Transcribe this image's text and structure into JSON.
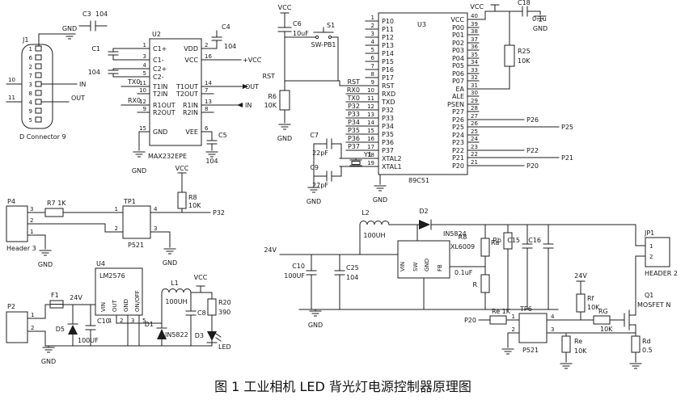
{
  "title": "图 1 工业相机 LED 背光灯电源控制器原理图",
  "labels": {
    "j1": [
      [
        86,
        38,
        "GND",
        "middle"
      ],
      [
        28,
        52,
        "J1"
      ],
      [
        40,
        63,
        "1",
        "end",
        7
      ],
      [
        40,
        74,
        "6",
        "end",
        7
      ],
      [
        40,
        85,
        "2",
        "end",
        7
      ],
      [
        40,
        96,
        "7",
        "end",
        7
      ],
      [
        40,
        107,
        "3",
        "end",
        7
      ],
      [
        40,
        118,
        "8",
        "end",
        7
      ],
      [
        40,
        129,
        "4",
        "end",
        7
      ],
      [
        40,
        140,
        "9",
        "end",
        7
      ],
      [
        40,
        151,
        "5",
        "end",
        7
      ],
      [
        10,
        101,
        "10",
        null,
        7
      ],
      [
        10,
        123,
        "11",
        null,
        7
      ],
      [
        98,
        107,
        "IN"
      ],
      [
        88,
        124,
        "OUT"
      ],
      [
        24,
        172,
        "D Connector 9"
      ]
    ],
    "max232": [
      [
        188,
        45,
        "U2"
      ],
      [
        102,
        20,
        "C3"
      ],
      [
        118,
        20,
        "104"
      ],
      [
        124,
        63,
        "C1",
        "end"
      ],
      [
        124,
        92,
        "104",
        "end"
      ],
      [
        189,
        63,
        "C1+"
      ],
      [
        189,
        77,
        "C1-"
      ],
      [
        189,
        88,
        "C2+"
      ],
      [
        189,
        98,
        "C2-"
      ],
      [
        189,
        110,
        "T1IN"
      ],
      [
        189,
        119,
        "T2IN"
      ],
      [
        189,
        133,
        "R1OUT"
      ],
      [
        189,
        142,
        "R2OUT"
      ],
      [
        189,
        166,
        "GND"
      ],
      [
        181,
        58,
        "1",
        "end",
        7
      ],
      [
        181,
        72,
        "3",
        "end",
        7
      ],
      [
        181,
        83,
        "4",
        "end",
        7
      ],
      [
        181,
        93,
        "5",
        "end",
        7
      ],
      [
        181,
        105,
        "11",
        "end",
        7
      ],
      [
        181,
        114,
        "10",
        "end",
        7
      ],
      [
        181,
        128,
        "12",
        "end",
        7
      ],
      [
        181,
        137,
        "9",
        "end",
        7
      ],
      [
        181,
        161,
        "15",
        "end",
        7
      ],
      [
        245,
        63,
        "VDD",
        "end"
      ],
      [
        245,
        77,
        "VCC",
        "end"
      ],
      [
        245,
        110,
        "T1OUT",
        "end"
      ],
      [
        245,
        119,
        "T2OUT",
        "end"
      ],
      [
        245,
        133,
        "R1IN",
        "end"
      ],
      [
        245,
        142,
        "R2IN",
        "end"
      ],
      [
        245,
        166,
        "VEE",
        "end"
      ],
      [
        253,
        58,
        "2",
        null,
        7
      ],
      [
        253,
        72,
        "16",
        null,
        7
      ],
      [
        253,
        105,
        "14",
        null,
        7
      ],
      [
        253,
        114,
        "7",
        null,
        7
      ],
      [
        253,
        128,
        "13",
        null,
        7
      ],
      [
        253,
        137,
        "8",
        null,
        7
      ],
      [
        253,
        161,
        "6",
        null,
        7
      ],
      [
        158,
        104,
        "TX0"
      ],
      [
        158,
        127,
        "RX0"
      ],
      [
        274,
        36,
        "C4"
      ],
      [
        277,
        60,
        "104"
      ],
      [
        300,
        77,
        "+VCC"
      ],
      [
        270,
        170,
        "C5"
      ],
      [
        262,
        202,
        "104",
        "middle"
      ],
      [
        183,
        196,
        "MAX232EPE"
      ],
      [
        172,
        214,
        "GND",
        "middle"
      ],
      [
        303,
        110,
        "OUT"
      ],
      [
        303,
        133,
        "IN"
      ]
    ],
    "reset": [
      [
        352,
        12,
        "VCC",
        "middle"
      ],
      [
        362,
        32,
        "C6"
      ],
      [
        362,
        44,
        "10uF"
      ],
      [
        404,
        34,
        "S1"
      ],
      [
        400,
        58,
        "SW-PB1",
        "middle"
      ],
      [
        340,
        97,
        "RST",
        "end"
      ],
      [
        342,
        122,
        "R6",
        "end"
      ],
      [
        342,
        133,
        "10K",
        "end"
      ],
      [
        352,
        174,
        "GND",
        "middle"
      ]
    ],
    "mcu": [
      [
        516,
        33,
        "U3"
      ],
      [
        472,
        29,
        "P10"
      ],
      [
        472,
        39,
        "P11"
      ],
      [
        472,
        49,
        "P12"
      ],
      [
        472,
        59,
        "P13"
      ],
      [
        472,
        69,
        "P14"
      ],
      [
        472,
        79,
        "P15"
      ],
      [
        472,
        89,
        "P16"
      ],
      [
        472,
        99,
        "P17"
      ],
      [
        472,
        109,
        "RST"
      ],
      [
        472,
        119,
        "RXD"
      ],
      [
        472,
        129,
        "TXD"
      ],
      [
        472,
        139,
        "P32"
      ],
      [
        472,
        149,
        "P33"
      ],
      [
        472,
        159,
        "P34"
      ],
      [
        472,
        169,
        "P35"
      ],
      [
        472,
        179,
        "P36"
      ],
      [
        472,
        189,
        "P37"
      ],
      [
        472,
        199,
        "XTAL2"
      ],
      [
        472,
        209,
        "XTAL1"
      ],
      [
        463,
        24,
        "1",
        "end",
        7
      ],
      [
        463,
        34,
        "2",
        "end",
        7
      ],
      [
        463,
        44,
        "3",
        "end",
        7
      ],
      [
        463,
        54,
        "4",
        "end",
        7
      ],
      [
        463,
        64,
        "5",
        "end",
        7
      ],
      [
        463,
        74,
        "6",
        "end",
        7
      ],
      [
        463,
        84,
        "7",
        "end",
        7
      ],
      [
        463,
        94,
        "8",
        "end",
        7
      ],
      [
        463,
        104,
        "9",
        "end",
        7
      ],
      [
        463,
        114,
        "10",
        "end",
        7
      ],
      [
        463,
        124,
        "11",
        "end",
        7
      ],
      [
        463,
        134,
        "12",
        "end",
        7
      ],
      [
        463,
        144,
        "13",
        "end",
        7
      ],
      [
        463,
        154,
        "14",
        "end",
        7
      ],
      [
        463,
        164,
        "15",
        "end",
        7
      ],
      [
        463,
        174,
        "16",
        "end",
        7
      ],
      [
        463,
        184,
        "17",
        "end",
        7
      ],
      [
        463,
        194,
        "18",
        "end",
        7
      ],
      [
        463,
        204,
        "19",
        "end",
        7
      ],
      [
        445,
        104,
        "RST",
        "end"
      ],
      [
        445,
        114,
        "RX0",
        "end"
      ],
      [
        445,
        124,
        "TX0",
        "end"
      ],
      [
        445,
        134,
        "P32",
        "end"
      ],
      [
        445,
        144,
        "P33",
        "end"
      ],
      [
        445,
        154,
        "P34",
        "end"
      ],
      [
        445,
        164,
        "P35",
        "end"
      ],
      [
        445,
        174,
        "P36",
        "end"
      ],
      [
        445,
        184,
        "P37",
        "end"
      ],
      [
        574,
        27,
        "VCC",
        "end"
      ],
      [
        574,
        37,
        "P00",
        "end"
      ],
      [
        574,
        46,
        "P01",
        "end"
      ],
      [
        574,
        56,
        "P02",
        "end"
      ],
      [
        574,
        65,
        "P03",
        "end"
      ],
      [
        574,
        75,
        "P04",
        "end"
      ],
      [
        574,
        84,
        "P05",
        "end"
      ],
      [
        574,
        94,
        "P06",
        "end"
      ],
      [
        574,
        103,
        "P07",
        "end"
      ],
      [
        574,
        113,
        "EA",
        "end"
      ],
      [
        574,
        122,
        "ALE",
        "end"
      ],
      [
        574,
        132,
        "PSEN",
        "end"
      ],
      [
        574,
        141,
        "P27",
        "end"
      ],
      [
        574,
        151,
        "P26",
        "end"
      ],
      [
        574,
        160,
        "P25",
        "end"
      ],
      [
        574,
        170,
        "P24",
        "end"
      ],
      [
        574,
        179,
        "P23",
        "end"
      ],
      [
        574,
        189,
        "P22",
        "end"
      ],
      [
        574,
        198,
        "P21",
        "end"
      ],
      [
        574,
        208,
        "P20",
        "end"
      ],
      [
        582,
        22,
        "40",
        null,
        7
      ],
      [
        582,
        32,
        "39",
        null,
        7
      ],
      [
        582,
        41,
        "38",
        null,
        7
      ],
      [
        582,
        51,
        "37",
        null,
        7
      ],
      [
        582,
        60,
        "36",
        null,
        7
      ],
      [
        582,
        70,
        "35",
        null,
        7
      ],
      [
        582,
        79,
        "34",
        null,
        7
      ],
      [
        582,
        89,
        "33",
        null,
        7
      ],
      [
        582,
        98,
        "32",
        null,
        7
      ],
      [
        582,
        108,
        "31",
        null,
        7
      ],
      [
        582,
        117,
        "30",
        null,
        7
      ],
      [
        582,
        127,
        "29",
        null,
        7
      ],
      [
        582,
        136,
        "28",
        null,
        7
      ],
      [
        582,
        146,
        "27",
        null,
        7
      ],
      [
        582,
        155,
        "26",
        null,
        7
      ],
      [
        582,
        165,
        "25",
        null,
        7
      ],
      [
        582,
        174,
        "24",
        null,
        7
      ],
      [
        582,
        184,
        "23",
        null,
        7
      ],
      [
        582,
        193,
        "22",
        null,
        7
      ],
      [
        582,
        203,
        "21",
        null,
        7
      ],
      [
        505,
        226,
        "89C51"
      ],
      [
        470,
        250,
        "GND",
        "middle"
      ],
      [
        651,
        151,
        "P26"
      ],
      [
        694,
        160,
        "P25"
      ],
      [
        651,
        189,
        "P22"
      ],
      [
        694,
        198,
        "P21"
      ],
      [
        651,
        208,
        "P20"
      ],
      [
        598,
        11,
        "VCC",
        "end"
      ],
      [
        640,
        6,
        "C18"
      ],
      [
        658,
        26,
        "0.1u"
      ],
      [
        668,
        38,
        "GND",
        "middle"
      ],
      [
        640,
        66,
        "R25"
      ],
      [
        640,
        78,
        "10K"
      ]
    ],
    "crystal": [
      [
        394,
        170,
        "C7",
        "end"
      ],
      [
        396,
        192,
        "22pF",
        "middle"
      ],
      [
        450,
        194,
        "Y1"
      ],
      [
        394,
        210,
        "C9",
        "end"
      ],
      [
        396,
        232,
        "27pF",
        "middle"
      ],
      [
        388,
        252,
        "GND",
        "middle"
      ]
    ],
    "tp1": [
      [
        9,
        252,
        "P4"
      ],
      [
        8,
        310,
        "Header 3"
      ],
      [
        37,
        261,
        "3",
        null,
        7
      ],
      [
        37,
        275,
        "2",
        null,
        7
      ],
      [
        37,
        289,
        "1",
        null,
        7
      ],
      [
        58,
        254,
        "R7 1K"
      ],
      [
        56,
        330,
        "GND",
        "middle"
      ],
      [
        153,
        252,
        "TP1"
      ],
      [
        158,
        306,
        "P521"
      ],
      [
        146,
        261,
        "1",
        "end",
        7
      ],
      [
        146,
        285,
        "2",
        "end",
        7
      ],
      [
        190,
        261,
        "4",
        null,
        7
      ],
      [
        190,
        285,
        "3",
        null,
        7
      ],
      [
        225,
        211,
        "VCC",
        "middle"
      ],
      [
        233,
        247,
        "R8"
      ],
      [
        233,
        257,
        "10K"
      ],
      [
        263,
        266,
        "P32"
      ],
      [
        210,
        328,
        "GND",
        "middle"
      ]
    ],
    "buck": [
      [
        9,
        382,
        "P2"
      ],
      [
        38,
        392,
        "1",
        null,
        7
      ],
      [
        38,
        408,
        "2",
        null,
        7
      ],
      [
        63,
        368,
        "F1"
      ],
      [
        94,
        371,
        "24V",
        "middle"
      ],
      [
        80,
        410,
        "D5",
        "end"
      ],
      [
        120,
        400,
        "C10"
      ],
      [
        96,
        424,
        "100UF"
      ],
      [
        119,
        329,
        "U4"
      ],
      [
        123,
        344,
        "LM2576"
      ],
      [
        130,
        386,
        "VIN",
        null,
        7,
        -90
      ],
      [
        144,
        386,
        "OUT",
        null,
        7,
        -90
      ],
      [
        158,
        386,
        "GND",
        null,
        7,
        -90
      ],
      [
        172,
        386,
        "ON/OFF",
        null,
        7,
        -90
      ],
      [
        134,
        399,
        "1",
        null,
        7
      ],
      [
        148,
        399,
        "2",
        null,
        7
      ],
      [
        162,
        399,
        "3",
        null,
        7
      ],
      [
        176,
        399,
        "5",
        null,
        7
      ],
      [
        190,
        404,
        "D1",
        "end"
      ],
      [
        204,
        417,
        "IN5822"
      ],
      [
        216,
        353,
        "L1",
        "middle"
      ],
      [
        218,
        376,
        "100UH",
        "middle"
      ],
      [
        248,
        346,
        "VCC",
        "middle"
      ],
      [
        244,
        390,
        "C8"
      ],
      [
        270,
        377,
        "R20"
      ],
      [
        270,
        389,
        "390"
      ],
      [
        252,
        418,
        "D3",
        "end"
      ],
      [
        270,
        432,
        "LED"
      ],
      [
        60,
        450,
        "GND",
        "middle"
      ]
    ],
    "boost": [
      [
        342,
        312,
        "24V",
        "end"
      ],
      [
        377,
        332,
        "C10",
        "end"
      ],
      [
        377,
        344,
        "100UF",
        "end"
      ],
      [
        428,
        334,
        "C25"
      ],
      [
        428,
        346,
        "104"
      ],
      [
        390,
        405,
        "GND",
        "middle"
      ],
      [
        452,
        266,
        "L2",
        "middle"
      ],
      [
        463,
        294,
        "100UH",
        "middle"
      ],
      [
        524,
        264,
        "D2",
        "middle"
      ],
      [
        548,
        292,
        "IN5824"
      ],
      [
        500,
        336,
        "VIN",
        null,
        7,
        -90
      ],
      [
        516,
        336,
        "SW",
        null,
        7,
        -90
      ],
      [
        530,
        336,
        "GND",
        null,
        7,
        -90
      ],
      [
        546,
        336,
        "FB",
        null,
        7,
        -90
      ],
      [
        572,
        296,
        "R8",
        "middle"
      ],
      [
        572,
        308,
        "XL6009",
        "middle"
      ],
      [
        607,
        303,
        "Ra"
      ],
      [
        620,
        300,
        "Rb",
        "end"
      ],
      [
        562,
        340,
        "0.1uF"
      ],
      [
        590,
        355,
        "R",
        "end"
      ],
      [
        643,
        300,
        "C15",
        "end"
      ],
      [
        669,
        300,
        "C16",
        "end"
      ]
    ],
    "tp6": [
      [
        643,
        385,
        "TP6"
      ],
      [
        646,
        436,
        "P521"
      ],
      [
        637,
        394,
        "1",
        "end",
        7
      ],
      [
        637,
        410,
        "2",
        "end",
        7
      ],
      [
        681,
        394,
        "4",
        null,
        7
      ],
      [
        681,
        410,
        "3",
        null,
        7
      ],
      [
        608,
        388,
        "Re 1K"
      ],
      [
        589,
        399,
        "P20",
        "end"
      ],
      [
        718,
        344,
        "24V",
        "middle"
      ],
      [
        726,
        372,
        "Rf"
      ],
      [
        726,
        383,
        "10K"
      ],
      [
        740,
        388,
        "RG"
      ],
      [
        742,
        410,
        "10K"
      ],
      [
        797,
        291,
        "JP1"
      ],
      [
        797,
        341,
        "HEADER 2"
      ],
      [
        803,
        307,
        "1",
        null,
        7
      ],
      [
        803,
        320,
        "2",
        null,
        7
      ],
      [
        797,
        368,
        "Q1"
      ],
      [
        788,
        380,
        "MOSFET N"
      ],
      [
        794,
        425,
        "Rd"
      ],
      [
        794,
        436,
        "0.5"
      ],
      [
        710,
        425,
        "Re"
      ],
      [
        710,
        437,
        "10K"
      ]
    ]
  }
}
